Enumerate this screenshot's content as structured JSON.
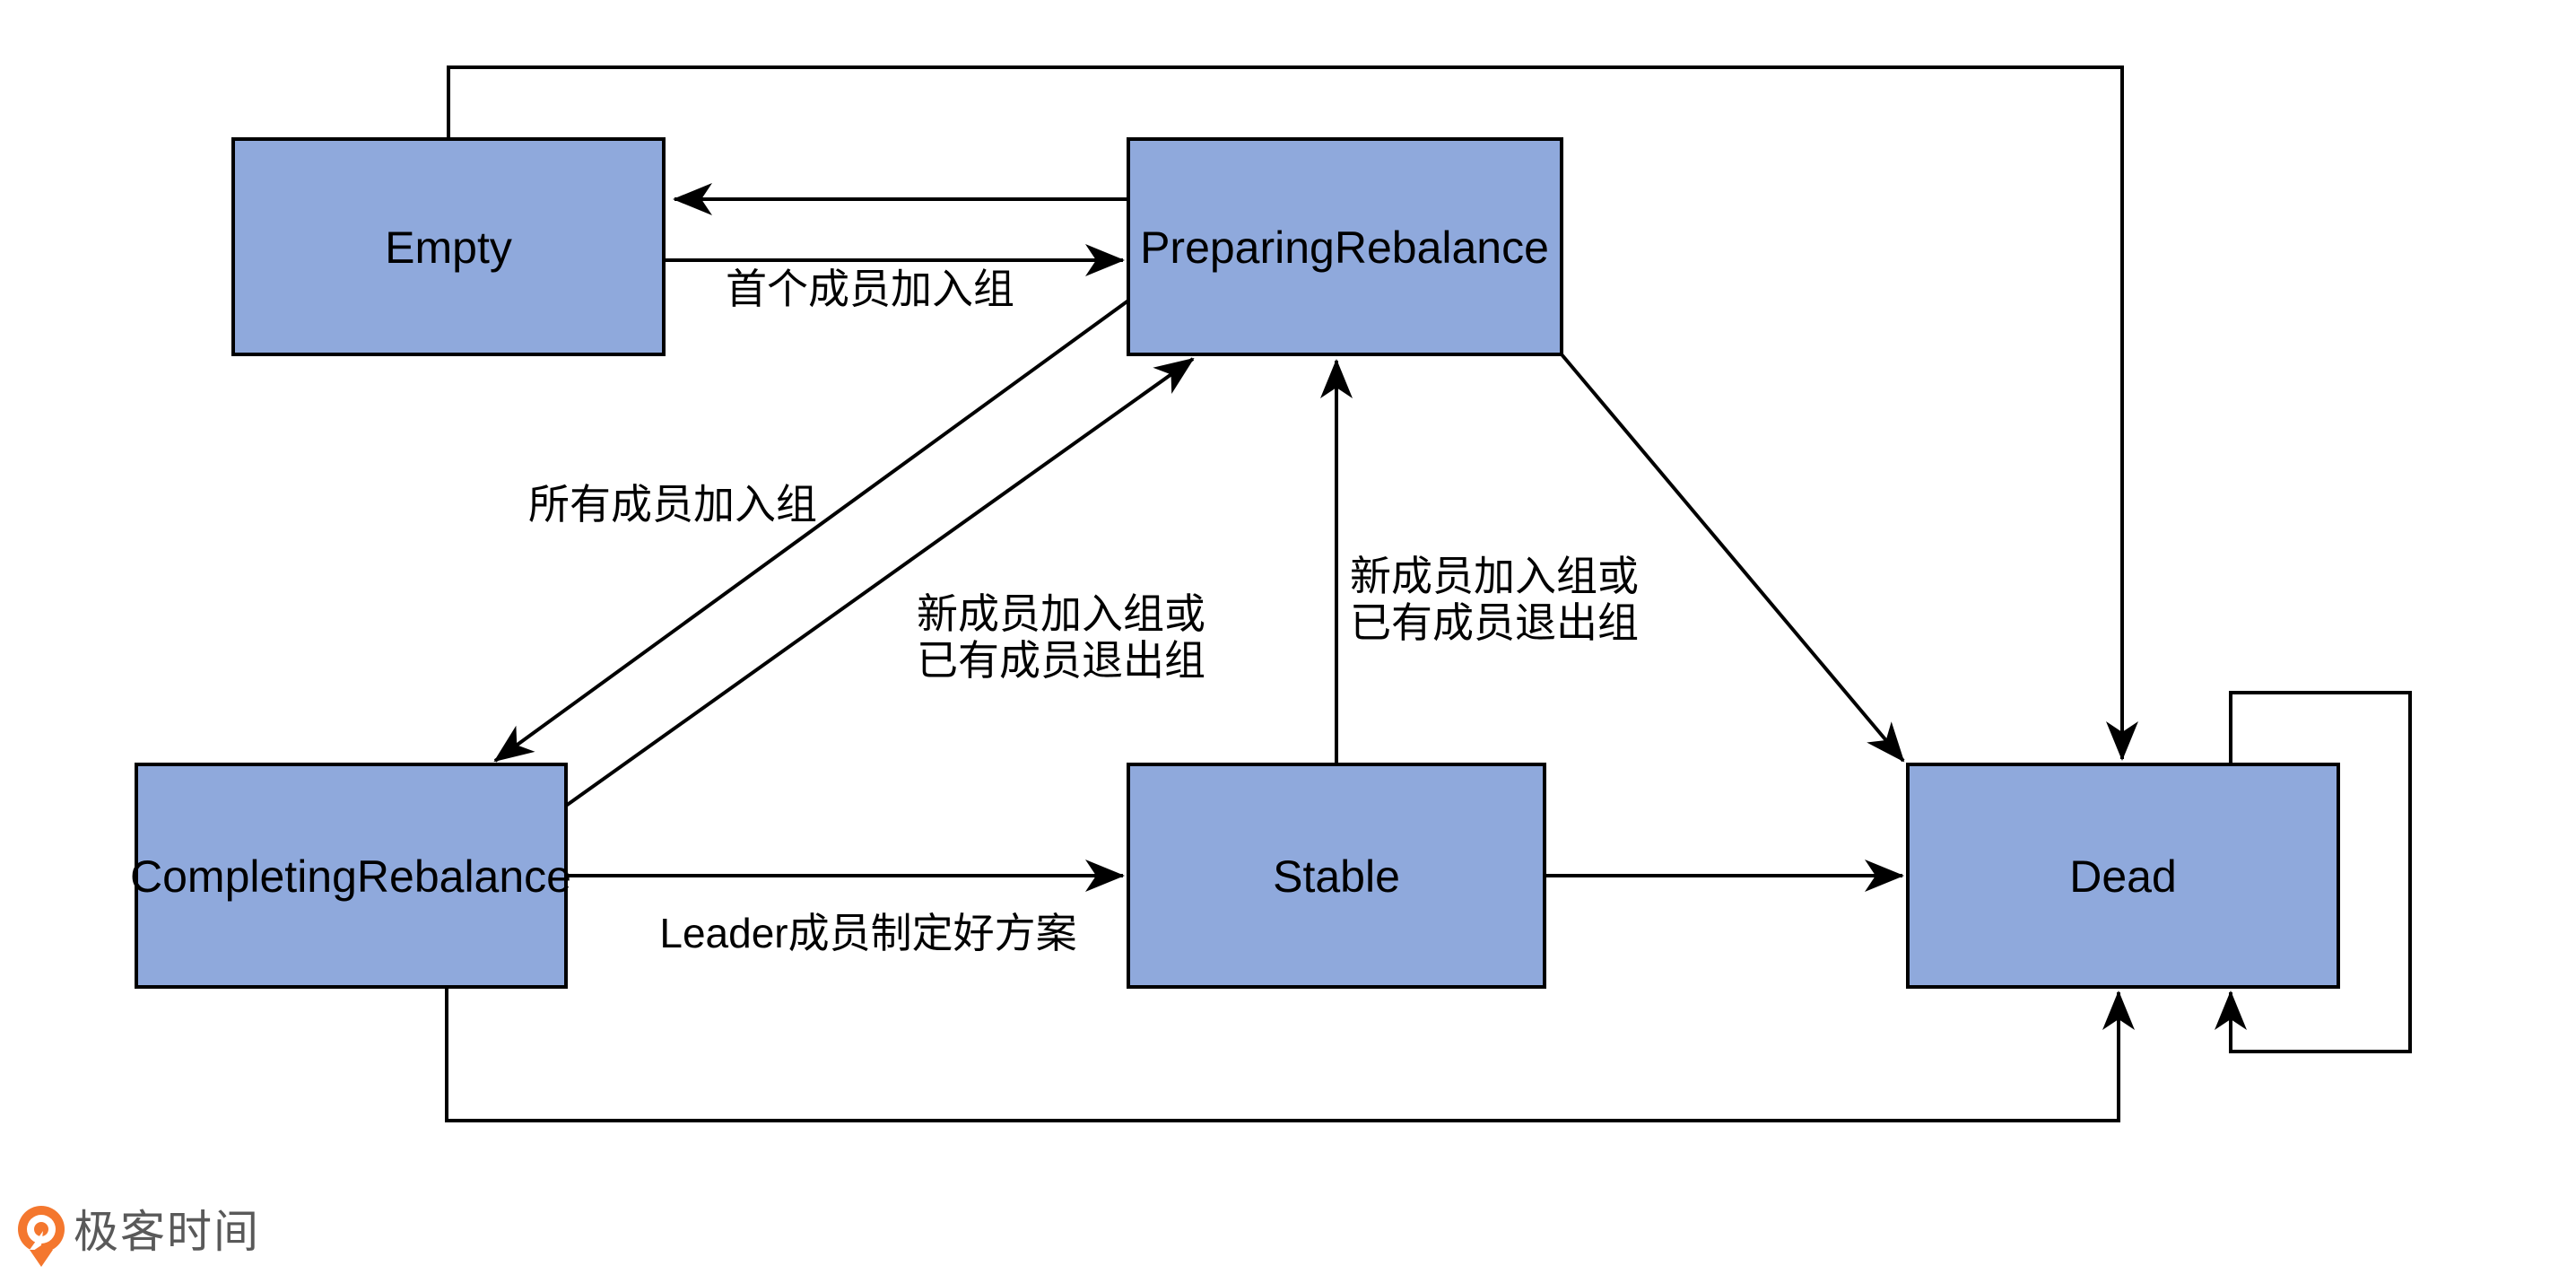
{
  "states": {
    "empty": "Empty",
    "preparing": "PreparingRebalance",
    "completing": "CompletingRebalance",
    "stable": "Stable",
    "dead": "Dead"
  },
  "edge_labels": {
    "first_member_join": "首个成员加入组",
    "all_members_join": "所有成员加入组",
    "member_change_line1": "新成员加入组或",
    "member_change_line2": "已有成员退出组",
    "leader_plan": "Leader成员制定好方案"
  },
  "transitions": [
    {
      "from": "Empty",
      "to": "PreparingRebalance",
      "label": "首个成员加入组"
    },
    {
      "from": "PreparingRebalance",
      "to": "Empty",
      "label": ""
    },
    {
      "from": "PreparingRebalance",
      "to": "CompletingRebalance",
      "label": "所有成员加入组"
    },
    {
      "from": "CompletingRebalance",
      "to": "PreparingRebalance",
      "label": "新成员加入组或已有成员退出组"
    },
    {
      "from": "Stable",
      "to": "PreparingRebalance",
      "label": "新成员加入组或已有成员退出组"
    },
    {
      "from": "CompletingRebalance",
      "to": "Stable",
      "label": "Leader成员制定好方案"
    },
    {
      "from": "Stable",
      "to": "Dead",
      "label": ""
    },
    {
      "from": "PreparingRebalance",
      "to": "Dead",
      "label": ""
    },
    {
      "from": "Empty",
      "to": "Dead",
      "label": ""
    },
    {
      "from": "CompletingRebalance",
      "to": "Dead",
      "label": ""
    },
    {
      "from": "Dead",
      "to": "Dead",
      "label": ""
    }
  ],
  "colors": {
    "node_fill": "#8FA9DC",
    "node_border": "#000000",
    "edge": "#000000",
    "background": "#FFFFFF",
    "logo_orange": "#F4772E",
    "logo_text": "#595959"
  },
  "logo": {
    "brand": "极客时间"
  }
}
